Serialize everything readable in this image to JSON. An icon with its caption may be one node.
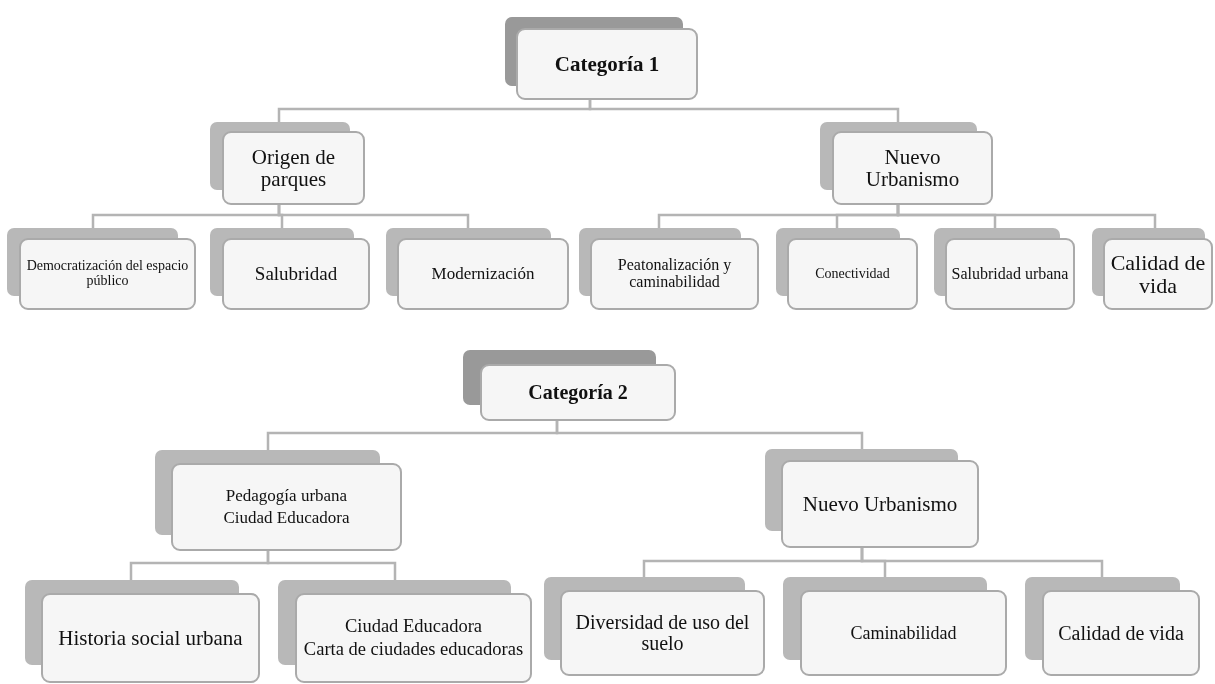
{
  "diagram": {
    "nodes": [
      {
        "text": [
          "Categoría 1"
        ]
      },
      {
        "text": [
          "Origen de parques"
        ]
      },
      {
        "text": [
          "Nuevo Urbanismo"
        ]
      },
      {
        "text": [
          "Democratización del espacio público"
        ]
      },
      {
        "text": [
          "Salubridad"
        ]
      },
      {
        "text": [
          "Modernización"
        ]
      },
      {
        "text": [
          "Peatonalización y caminabilidad"
        ]
      },
      {
        "text": [
          "Conectividad"
        ]
      },
      {
        "text": [
          "Salubridad urbana"
        ]
      },
      {
        "text": [
          "Calidad de vida"
        ]
      },
      {
        "text": [
          "Categoría 2"
        ]
      },
      {
        "text": [
          "Pedagogía urbana",
          "Ciudad Educadora"
        ]
      },
      {
        "text": [
          "Nuevo Urbanismo"
        ]
      },
      {
        "text": [
          "Historia social urbana"
        ]
      },
      {
        "text": [
          "Ciudad Educadora",
          "Carta de ciudades educadoras"
        ]
      },
      {
        "text": [
          "Diversidad de uso del suelo"
        ]
      },
      {
        "text": [
          "Caminabilidad"
        ]
      },
      {
        "text": [
          "Calidad de vida"
        ]
      }
    ],
    "edges": [
      {
        "from": 0,
        "to": 1,
        "arrow": "none"
      },
      {
        "from": 0,
        "to": 2,
        "arrow": "none"
      },
      {
        "from": 1,
        "to": 3,
        "arrow": "none"
      },
      {
        "from": 1,
        "to": 4,
        "arrow": "none"
      },
      {
        "from": 1,
        "to": 5,
        "arrow": "none"
      },
      {
        "from": 2,
        "to": 6,
        "arrow": "none"
      },
      {
        "from": 2,
        "to": 7,
        "arrow": "none"
      },
      {
        "from": 2,
        "to": 8,
        "arrow": "none"
      },
      {
        "from": 2,
        "to": 9,
        "arrow": "none"
      },
      {
        "from": 10,
        "to": 11,
        "arrow": "none"
      },
      {
        "from": 10,
        "to": 12,
        "arrow": "none"
      },
      {
        "from": 11,
        "to": 13,
        "arrow": "none"
      },
      {
        "from": 11,
        "to": 14,
        "arrow": "none"
      },
      {
        "from": 12,
        "to": 15,
        "arrow": "none"
      },
      {
        "from": 12,
        "to": 16,
        "arrow": "none"
      },
      {
        "from": 12,
        "to": 17,
        "arrow": "none"
      }
    ]
  }
}
